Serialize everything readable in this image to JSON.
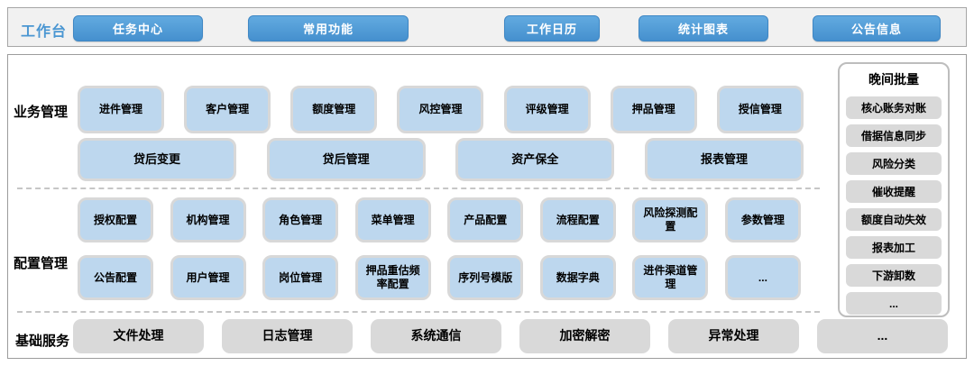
{
  "workbench": {
    "label": "工作台",
    "buttons": [
      "任务中心",
      "常用功能",
      "工作日历",
      "统计图表",
      "公告信息"
    ]
  },
  "sections": {
    "business": {
      "label": "业务管理",
      "row1": [
        "进件管理",
        "客户管理",
        "额度管理",
        "风控管理",
        "评级管理",
        "押品管理",
        "授信管理"
      ],
      "row2": [
        "贷后变更",
        "贷后管理",
        "资产保全",
        "报表管理"
      ]
    },
    "config": {
      "label": "配置管理",
      "row1": [
        "授权配置",
        "机构管理",
        "角色管理",
        "菜单管理",
        "产品配置",
        "流程配置",
        "风险探测配置",
        "参数管理"
      ],
      "row2": [
        "公告配置",
        "用户管理",
        "岗位管理",
        "押品重估频率配置",
        "序列号模版",
        "数据字典",
        "进件渠道管理",
        "..."
      ]
    },
    "base": {
      "label": "基础服务",
      "items": [
        "文件处理",
        "日志管理",
        "系统通信",
        "加密解密",
        "异常处理",
        "..."
      ]
    }
  },
  "night_batch": {
    "title": "晚间批量",
    "items": [
      "核心账务对账",
      "借据信息同步",
      "风险分类",
      "催收提醒",
      "额度自动失效",
      "报表加工",
      "下游卸数",
      "..."
    ]
  },
  "colors": {
    "accent_blue": "#4F97D4",
    "label_blue": "#4A96D2",
    "tile_blue": "#BDD7EE",
    "tile_gray": "#D9D9D9",
    "border_gray": "#A6A6A6"
  }
}
